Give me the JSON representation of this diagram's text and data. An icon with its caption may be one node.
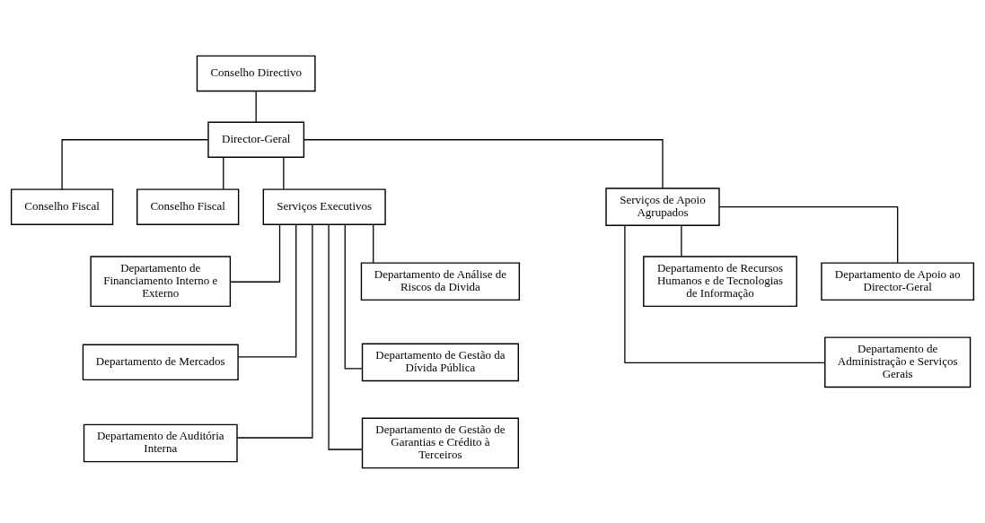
{
  "diagram": {
    "nodes": [
      {
        "text": [
          "Conselho Directivo"
        ]
      },
      {
        "text": [
          "Director-Geral"
        ]
      },
      {
        "text": [
          "Conselho Fiscal"
        ]
      },
      {
        "text": [
          "Conselho Fiscal"
        ]
      },
      {
        "text": [
          "Serviços Executivos"
        ]
      },
      {
        "text": [
          "Serviços de Apoio Agrupados"
        ]
      },
      {
        "text": [
          "Departamento de Financiamento Interno e Externo"
        ]
      },
      {
        "text": [
          "Departamento de Análise de Riscos da Divida"
        ]
      },
      {
        "text": [
          "Departamento de Mercados"
        ]
      },
      {
        "text": [
          "Departamento de Gestão da Dívida Pública"
        ]
      },
      {
        "text": [
          "Departamento de Auditória Interna"
        ]
      },
      {
        "text": [
          "Departamento de Gestão de Garantias e Crédito à Terceiros"
        ]
      },
      {
        "text": [
          "Departamento de Apoio ao Director-Geral"
        ]
      },
      {
        "text": [
          "Departamento de Recursos Humanos e de Tecnologias de Informação"
        ]
      },
      {
        "text": [
          "Departamento de Administração e Serviços Gerais"
        ]
      }
    ],
    "edges": [
      {
        "from": 0,
        "to": 1,
        "arrow": "none"
      },
      {
        "from": 1,
        "to": 2,
        "arrow": "none"
      },
      {
        "from": 1,
        "to": 3,
        "arrow": "none"
      },
      {
        "from": 1,
        "to": 4,
        "arrow": "none"
      },
      {
        "from": 1,
        "to": 5,
        "arrow": "none"
      },
      {
        "from": 4,
        "to": 6,
        "arrow": "none"
      },
      {
        "from": 4,
        "to": 7,
        "arrow": "none"
      },
      {
        "from": 4,
        "to": 8,
        "arrow": "none"
      },
      {
        "from": 4,
        "to": 9,
        "arrow": "none"
      },
      {
        "from": 4,
        "to": 10,
        "arrow": "none"
      },
      {
        "from": 4,
        "to": 11,
        "arrow": "none"
      },
      {
        "from": 5,
        "to": 12,
        "arrow": "none"
      },
      {
        "from": 5,
        "to": 13,
        "arrow": "none"
      },
      {
        "from": 5,
        "to": 14,
        "arrow": "none"
      }
    ]
  }
}
